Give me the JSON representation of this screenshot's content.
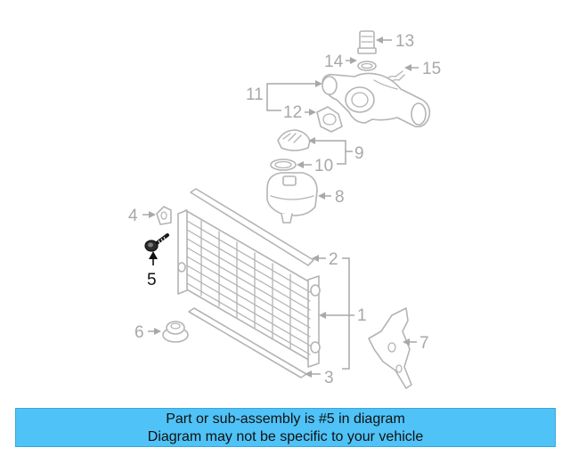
{
  "callouts": {
    "c1": "1",
    "c2": "2",
    "c3": "3",
    "c4": "4",
    "c5": "5",
    "c6": "6",
    "c7": "7",
    "c8": "8",
    "c9": "9",
    "c10": "10",
    "c11": "11",
    "c12": "12",
    "c13": "13",
    "c14": "14",
    "c15": "15"
  },
  "highlighted_part": "5",
  "colors": {
    "banner": "#4fc3f7",
    "highlight": "#111111",
    "parts": "#b4b4b4",
    "callouts": "#a8a8a8"
  },
  "banner": {
    "line1": "Part or sub-assembly is #5 in diagram",
    "line2": "Diagram may not be specific to your vehicle"
  }
}
